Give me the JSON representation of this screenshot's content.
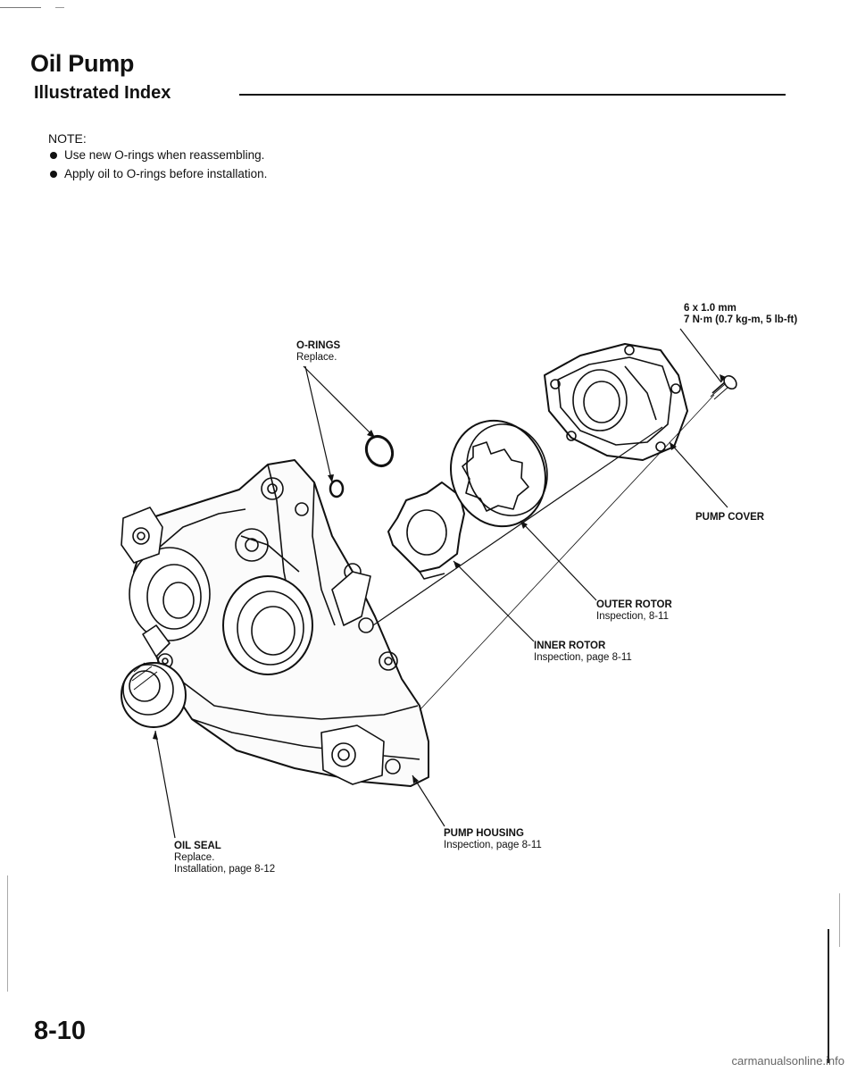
{
  "header": {
    "title": "Oil Pump",
    "subtitle": "Illustrated Index"
  },
  "note": {
    "heading": "NOTE:",
    "items": [
      "Use new O-rings when reassembling.",
      "Apply oil to O-rings before installation."
    ]
  },
  "labels": {
    "bolt": {
      "line1": "6 x 1.0 mm",
      "line2": "7 N·m (0.7 kg-m, 5 lb-ft)"
    },
    "o_rings": {
      "name": "O-RINGS",
      "note": "Replace."
    },
    "pump_cover": {
      "name": "PUMP COVER"
    },
    "outer_rotor": {
      "name": "OUTER ROTOR",
      "note": "Inspection, 8-11"
    },
    "inner_rotor": {
      "name": "INNER ROTOR",
      "note": "Inspection, page 8-11"
    },
    "pump_housing": {
      "name": "PUMP HOUSING",
      "note": "Inspection, page 8-11"
    },
    "oil_seal": {
      "name": "OIL SEAL",
      "note1": "Replace.",
      "note2": "Installation, page 8-12"
    }
  },
  "footer": {
    "page_number": "8-10",
    "watermark": "carmanualsonline.info"
  }
}
